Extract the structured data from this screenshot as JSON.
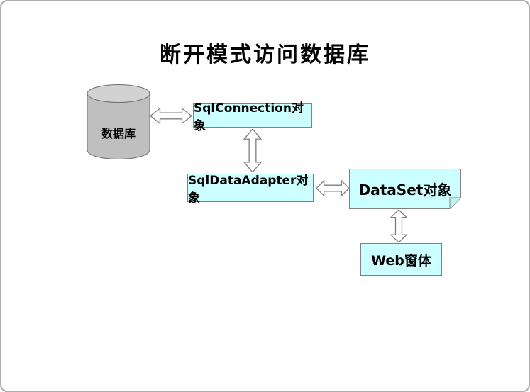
{
  "diagram": {
    "title": "断开模式访问数据库",
    "nodes": {
      "database": {
        "label": "数据库",
        "shape": "cylinder",
        "fill": "#bfbfbf"
      },
      "sql_connection": {
        "label": "SqlConnection对象",
        "shape": "rect",
        "fill": "#ccffff"
      },
      "sql_data_adapter": {
        "label": "SqlDataAdapter对象",
        "shape": "rect",
        "fill": "#ccffff"
      },
      "dataset": {
        "label": "DataSet对象",
        "shape": "note",
        "fill": "#ccffff"
      },
      "web_form": {
        "label": "Web窗体",
        "shape": "rect",
        "fill": "#ccffff"
      }
    },
    "connections": [
      {
        "from": "database",
        "to": "sql_connection",
        "type": "double-arrow",
        "direction": "horizontal"
      },
      {
        "from": "sql_connection",
        "to": "sql_data_adapter",
        "type": "double-arrow",
        "direction": "vertical"
      },
      {
        "from": "sql_data_adapter",
        "to": "dataset",
        "type": "double-arrow",
        "direction": "horizontal"
      },
      {
        "from": "dataset",
        "to": "web_form",
        "type": "double-arrow",
        "direction": "vertical"
      }
    ],
    "colors": {
      "node_fill": "#ccffff",
      "node_border": "#808080",
      "cylinder_body": "#bfbfbf",
      "cylinder_top": "#d2d2d2",
      "arrow_fill": "#ffffff",
      "arrow_stroke": "#7d7d7d",
      "frame_border": "#aeaeae"
    }
  }
}
